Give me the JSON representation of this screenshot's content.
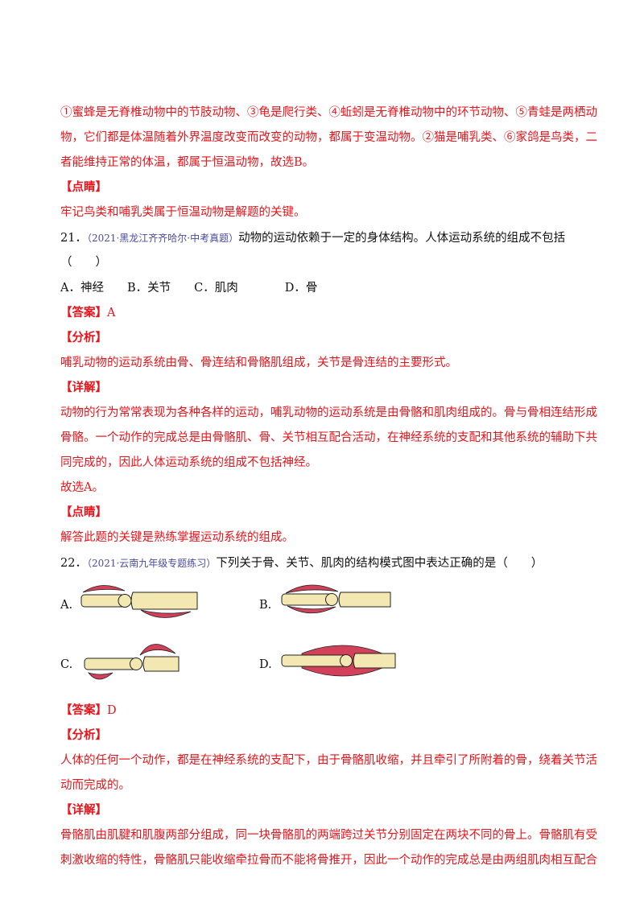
{
  "lines": {
    "l1": "①蜜蜂是无脊椎动物中的节肢动物、③龟是爬行类、④蚯蚓是无脊椎动物中的环节动物、⑤青蛙是两栖动",
    "l2": "物，它们都是体温随着外界温度改变而改变的动物，都属于变温动物。②猫是哺乳类、⑥家鸽是鸟类，二",
    "l3": "者能维持正常的体温，都属于恒温动物，故选B。",
    "h_dianjing1": "【点睛】",
    "l4": "牢记鸟类和哺乳类属于恒温动物是解题的关键。",
    "q21_num": "21．",
    "q21_src": "（2021·黑龙江齐齐哈尔·中考真题）",
    "q21_text": "动物的运动依赖于一定的身体结构。人体运动系统的组成不包括",
    "q21_paren": "（　　）",
    "q21_options": "A．神经　　B．关节　　C．肌肉　　　　D．骨",
    "ans21_label": "【答案】",
    "ans21_value": "A",
    "h_fenxi1": "【分析】",
    "l5": "哺乳动物的运动系统由骨、骨连结和骨骼肌组成，关节是骨连结的主要形式。",
    "h_xiangjie1": "【详解】",
    "l6": "动物的行为常常表现为各种各样的运动，哺乳动物的运动系统是由骨骼和肌肉组成的。骨与骨相连结形成",
    "l7": "骨骼。一个动作的完成总是由骨骼肌、骨、关节相互配合活动，在神经系统的支配和其他系统的辅助下共",
    "l8": "同完成的，因此人体运动系统的组成不包括神经。",
    "l9": "故选A。",
    "h_dianjing2": "【点睛】",
    "l10": "解答此题的关键是熟练掌握运动系统的组成。",
    "q22_num": "22．",
    "q22_src": "（2021·云南九年级专题练习）",
    "q22_text": "下列关于骨、关节、肌肉的结构模式图中表达正确的是（　　）",
    "optA": "A.",
    "optB": "B.",
    "optC": "C.",
    "optD": "D.",
    "ans22_label": "【答案】",
    "ans22_value": "D",
    "h_fenxi2": "【分析】",
    "l11": "人体的任何一个动作，都是在神经系统的支配下，由于骨骼肌收缩，并且牵引了所附着的骨，绕着关节活",
    "l12": "动而完成的。",
    "h_xiangjie2": "【详解】",
    "l13": "骨骼肌由肌腱和肌腹两部分组成，同一块骨骼肌的两端跨过关节分别固定在两块不同的骨上。骨骼肌有受",
    "l14": "刺激收缩的特性，骨骼肌只能收缩牵拉骨而不能将骨推开，因此一个动作的完成总是由两组肌肉相互配合"
  },
  "colors": {
    "red_text": "#e8141b",
    "source_text": "#4a4aa0",
    "bone_fill": "#f3e7b2",
    "muscle_fill": "#d3405a"
  }
}
